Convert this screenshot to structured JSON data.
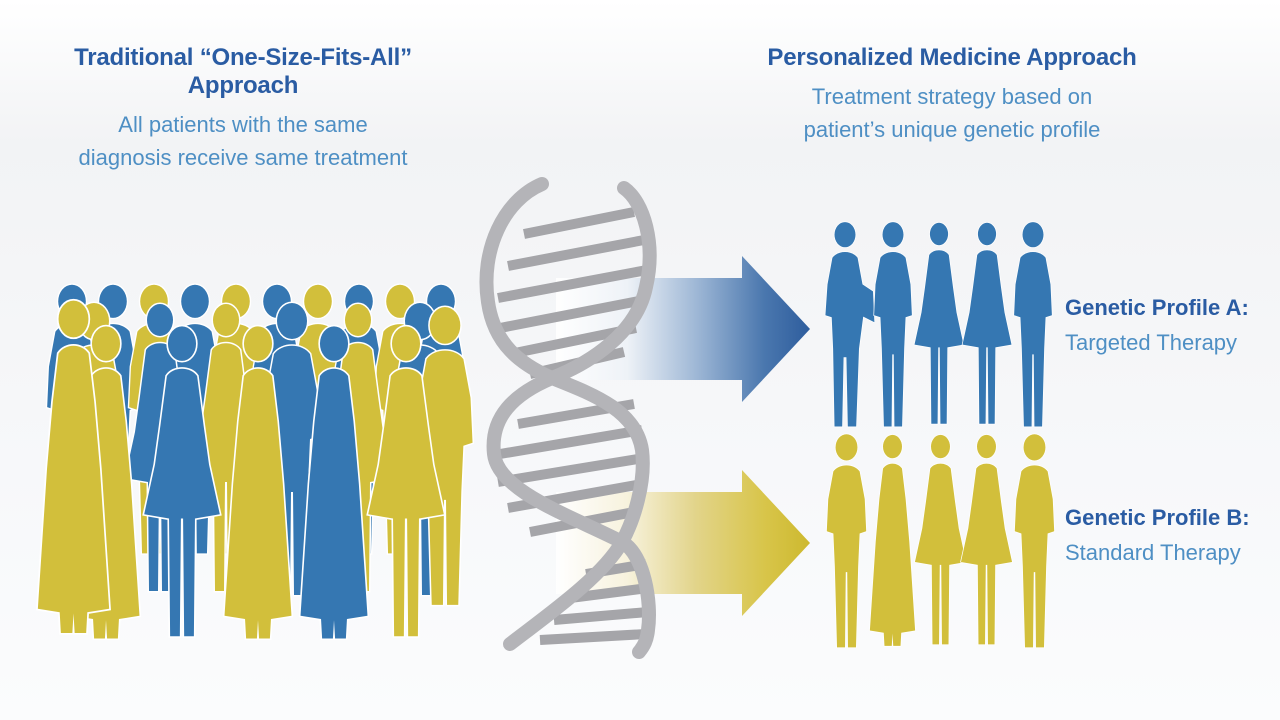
{
  "left_panel": {
    "title": "Traditional “One-Size-Fits-All” Approach",
    "subtitle_line1": "All patients with the same",
    "subtitle_line2": "diagnosis receive same treatment"
  },
  "right_panel": {
    "title": "Personalized Medicine Approach",
    "subtitle_line1": "Treatment strategy based on",
    "subtitle_line2": "patient’s unique genetic profile"
  },
  "profiles": [
    {
      "label": "Genetic Profile A:",
      "therapy": "Targeted Therapy"
    },
    {
      "label": "Genetic Profile B:",
      "therapy": "Standard Therapy"
    }
  ],
  "icons": {
    "dna": "dna-double-helix-icon",
    "arrow_a": "blue-gradient-arrow-icon",
    "arrow_b": "yellow-gradient-arrow-icon",
    "crowd": "mixed-patient-crowd-silhouette",
    "group_a": "blue-patient-group-silhouette",
    "group_b": "yellow-patient-group-silhouette"
  },
  "colors": {
    "heading_blue": "#2a5ca3",
    "subtitle_blue": "#4e8fc4",
    "people_blue": "#3577b2",
    "people_yellow": "#d2bf3b",
    "dna_strand": "#b4b4b8",
    "dna_rung": "#a5a5a9",
    "arrow_blue_deep": "#2e5d9d",
    "arrow_blue_mid": "#9fb8d6",
    "arrow_yellow_deep": "#cdb92f",
    "arrow_yellow_mid": "#e2d48a",
    "bg_top": "#ffffff",
    "bg_mid": "#f2f3f5",
    "bg_bottom": "#f7f8fa"
  }
}
